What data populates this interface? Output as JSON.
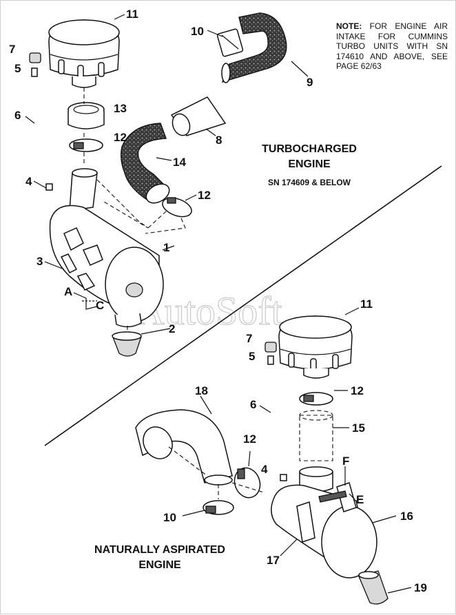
{
  "note": {
    "lead": "NOTE:",
    "text": "FOR ENGINE AIR INTAKE FOR CUMMINS TURBO UNITS WITH SN 174610 AND ABOVE, SEE PAGE 62/63"
  },
  "sections": {
    "turbo_title_1": "TURBOCHARGED",
    "turbo_title_2": "ENGINE",
    "turbo_serial": "SN 174609 & BELOW",
    "na_title_1": "NATURALLY ASPIRATED",
    "na_title_2": "ENGINE"
  },
  "watermark": "AutoSoft",
  "callouts": {
    "t11": "11",
    "t7": "7",
    "t5": "5",
    "t13": "13",
    "t12a": "12",
    "t6": "6",
    "t10": "10",
    "t9": "9",
    "t8": "8",
    "t14": "14",
    "t12b": "12",
    "t4": "4",
    "t1": "1",
    "t3": "3",
    "tA": "A",
    "tC": "C",
    "t2": "2",
    "n11": "11",
    "n7": "7",
    "n5": "5",
    "n12a": "12",
    "n18": "18",
    "n6": "6",
    "n15": "15",
    "n12b": "12",
    "n4": "4",
    "nF": "F",
    "nE": "E",
    "n10": "10",
    "n16": "16",
    "n17": "17",
    "n19": "19"
  }
}
